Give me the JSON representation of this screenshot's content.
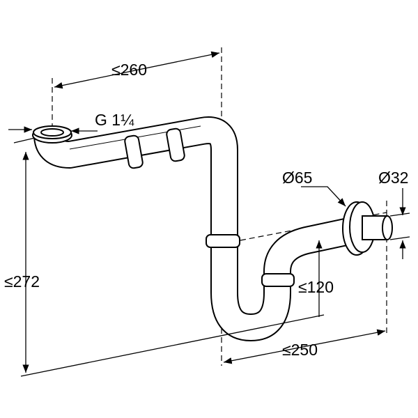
{
  "title": "Siphon dimension drawing",
  "labels": {
    "width_top": "≤260",
    "inlet_thread": "G 1¼",
    "flange_diameter": "Ø65",
    "outlet_diameter": "Ø32",
    "height_total": "≤272",
    "outlet_height": "≤120",
    "outlet_reach": "≤250"
  },
  "colors": {
    "line": "#000000",
    "background": "#ffffff"
  }
}
